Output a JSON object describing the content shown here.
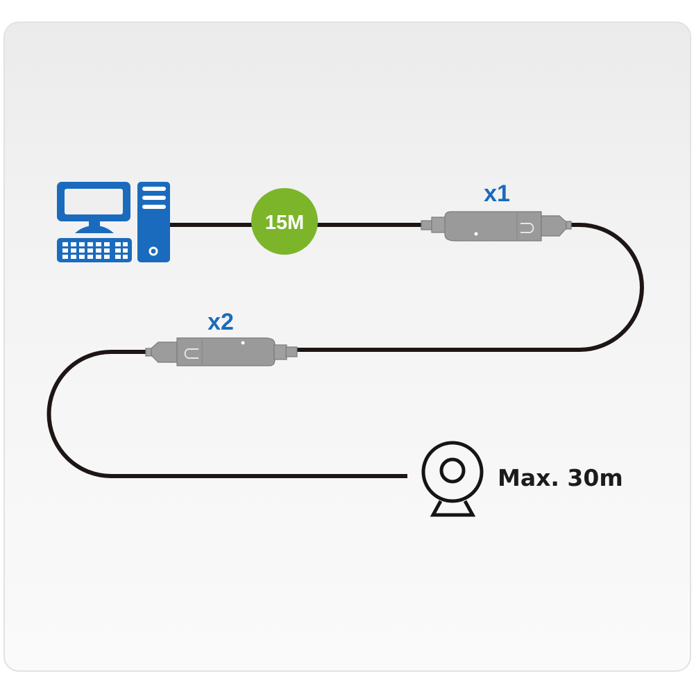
{
  "diagram": {
    "source": {
      "icon": "desktop-computer-icon",
      "color": "#1a6bbd"
    },
    "badge": {
      "label": "15M",
      "color": "#7cb52a"
    },
    "extenders": [
      {
        "label": "x1",
        "position": "top-right"
      },
      {
        "label": "x2",
        "position": "middle-left"
      }
    ],
    "destination": {
      "icon": "webcam-icon",
      "label": "Max. 30m"
    },
    "colors": {
      "cable": "#1e1515",
      "connector_body": "#9a9a9a",
      "connector_outline": "#7a7a7a",
      "label_blue": "#1a6bbd",
      "panel_background": "#f2f2f2"
    }
  }
}
